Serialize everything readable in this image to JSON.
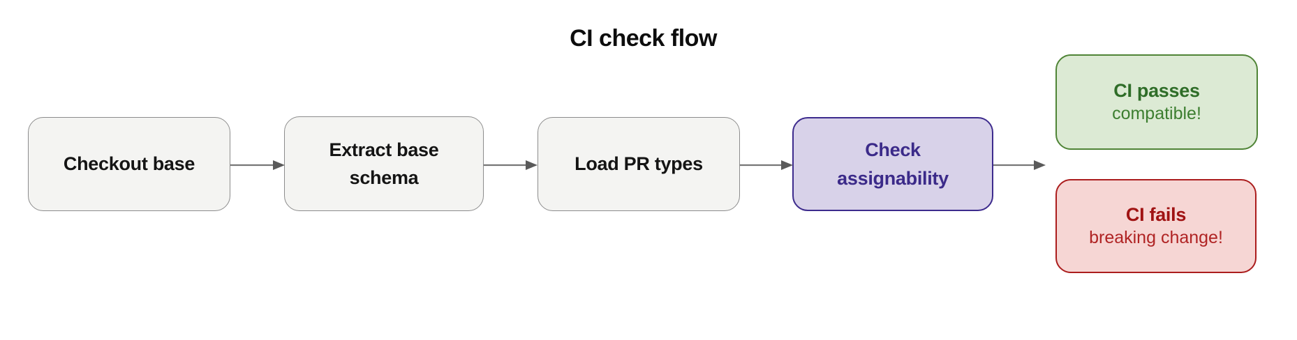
{
  "title": "CI check flow",
  "nodes": [
    {
      "id": "checkout-base",
      "label": "Checkout base"
    },
    {
      "id": "extract-base-schema",
      "label": "Extract base schema"
    },
    {
      "id": "load-pr-types",
      "label": "Load PR types"
    },
    {
      "id": "check-assignability",
      "label": "Check assignability"
    }
  ],
  "outcomes": [
    {
      "id": "ci-passes",
      "label": "CI passes",
      "sublabel": "compatible!"
    },
    {
      "id": "ci-fails",
      "label": "CI fails",
      "sublabel": "breaking change!"
    }
  ],
  "colors": {
    "canvas_bg": "#ffffff",
    "title_text": "#0d0d0d",
    "node_bg": "#f4f4f2",
    "node_border": "#8c8c8c",
    "node_text": "#141414",
    "active_bg": "#d8d2e9",
    "active_border": "#3d2b8d",
    "active_text": "#3b2a89",
    "success_bg": "#dcead4",
    "success_border": "#4f8436",
    "success_heading": "#2f6d28",
    "success_sub": "#3c7e2f",
    "fail_bg": "#f6d6d4",
    "fail_border": "#ab1d1d",
    "fail_heading": "#a01313",
    "fail_sub": "#b02424",
    "arrow_line": "#767676",
    "arrow_head": "#5a5a5a"
  }
}
